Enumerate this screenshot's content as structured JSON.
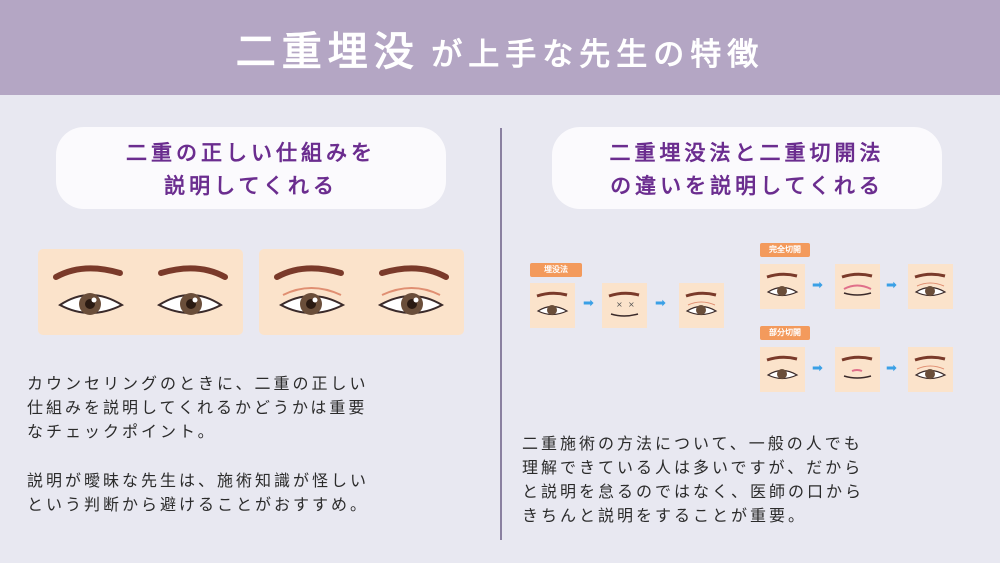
{
  "header": {
    "title_main": "二重埋没",
    "title_rest": "が上手な先生の特徴"
  },
  "left": {
    "pill_line1": "二重の正しい仕組みを",
    "pill_line2": "説明してくれる",
    "para1_line1": "カウンセリングのときに、二重の正しい",
    "para1_line2": "仕組みを説明してくれるかどうかは重要",
    "para1_line3": "なチェックポイント。",
    "para2_line1": "説明が曖昧な先生は、施術知識が怪しい",
    "para2_line2": "という判断から避けることがおすすめ。"
  },
  "right": {
    "pill_line1": "二重埋没法と二重切開法",
    "pill_line2": "の違いを説明してくれる",
    "tag_maibotsu": "埋没法",
    "tag_kanzen": "完全切開",
    "tag_bubun": "部分切開",
    "para_line1": "二重施術の方法について、一般の人でも",
    "para_line2": "理解できている人は多いですが、だから",
    "para_line3": "と説明を怠るのではなく、医師の口から",
    "para_line4": "きちんと説明をすることが重要。"
  },
  "colors": {
    "header_bg": "#b4a6c4",
    "accent_purple": "#6b2d8f",
    "skin": "#fbe3cb",
    "tag_orange": "#f39a5c",
    "arrow_blue": "#3aa0e6"
  }
}
